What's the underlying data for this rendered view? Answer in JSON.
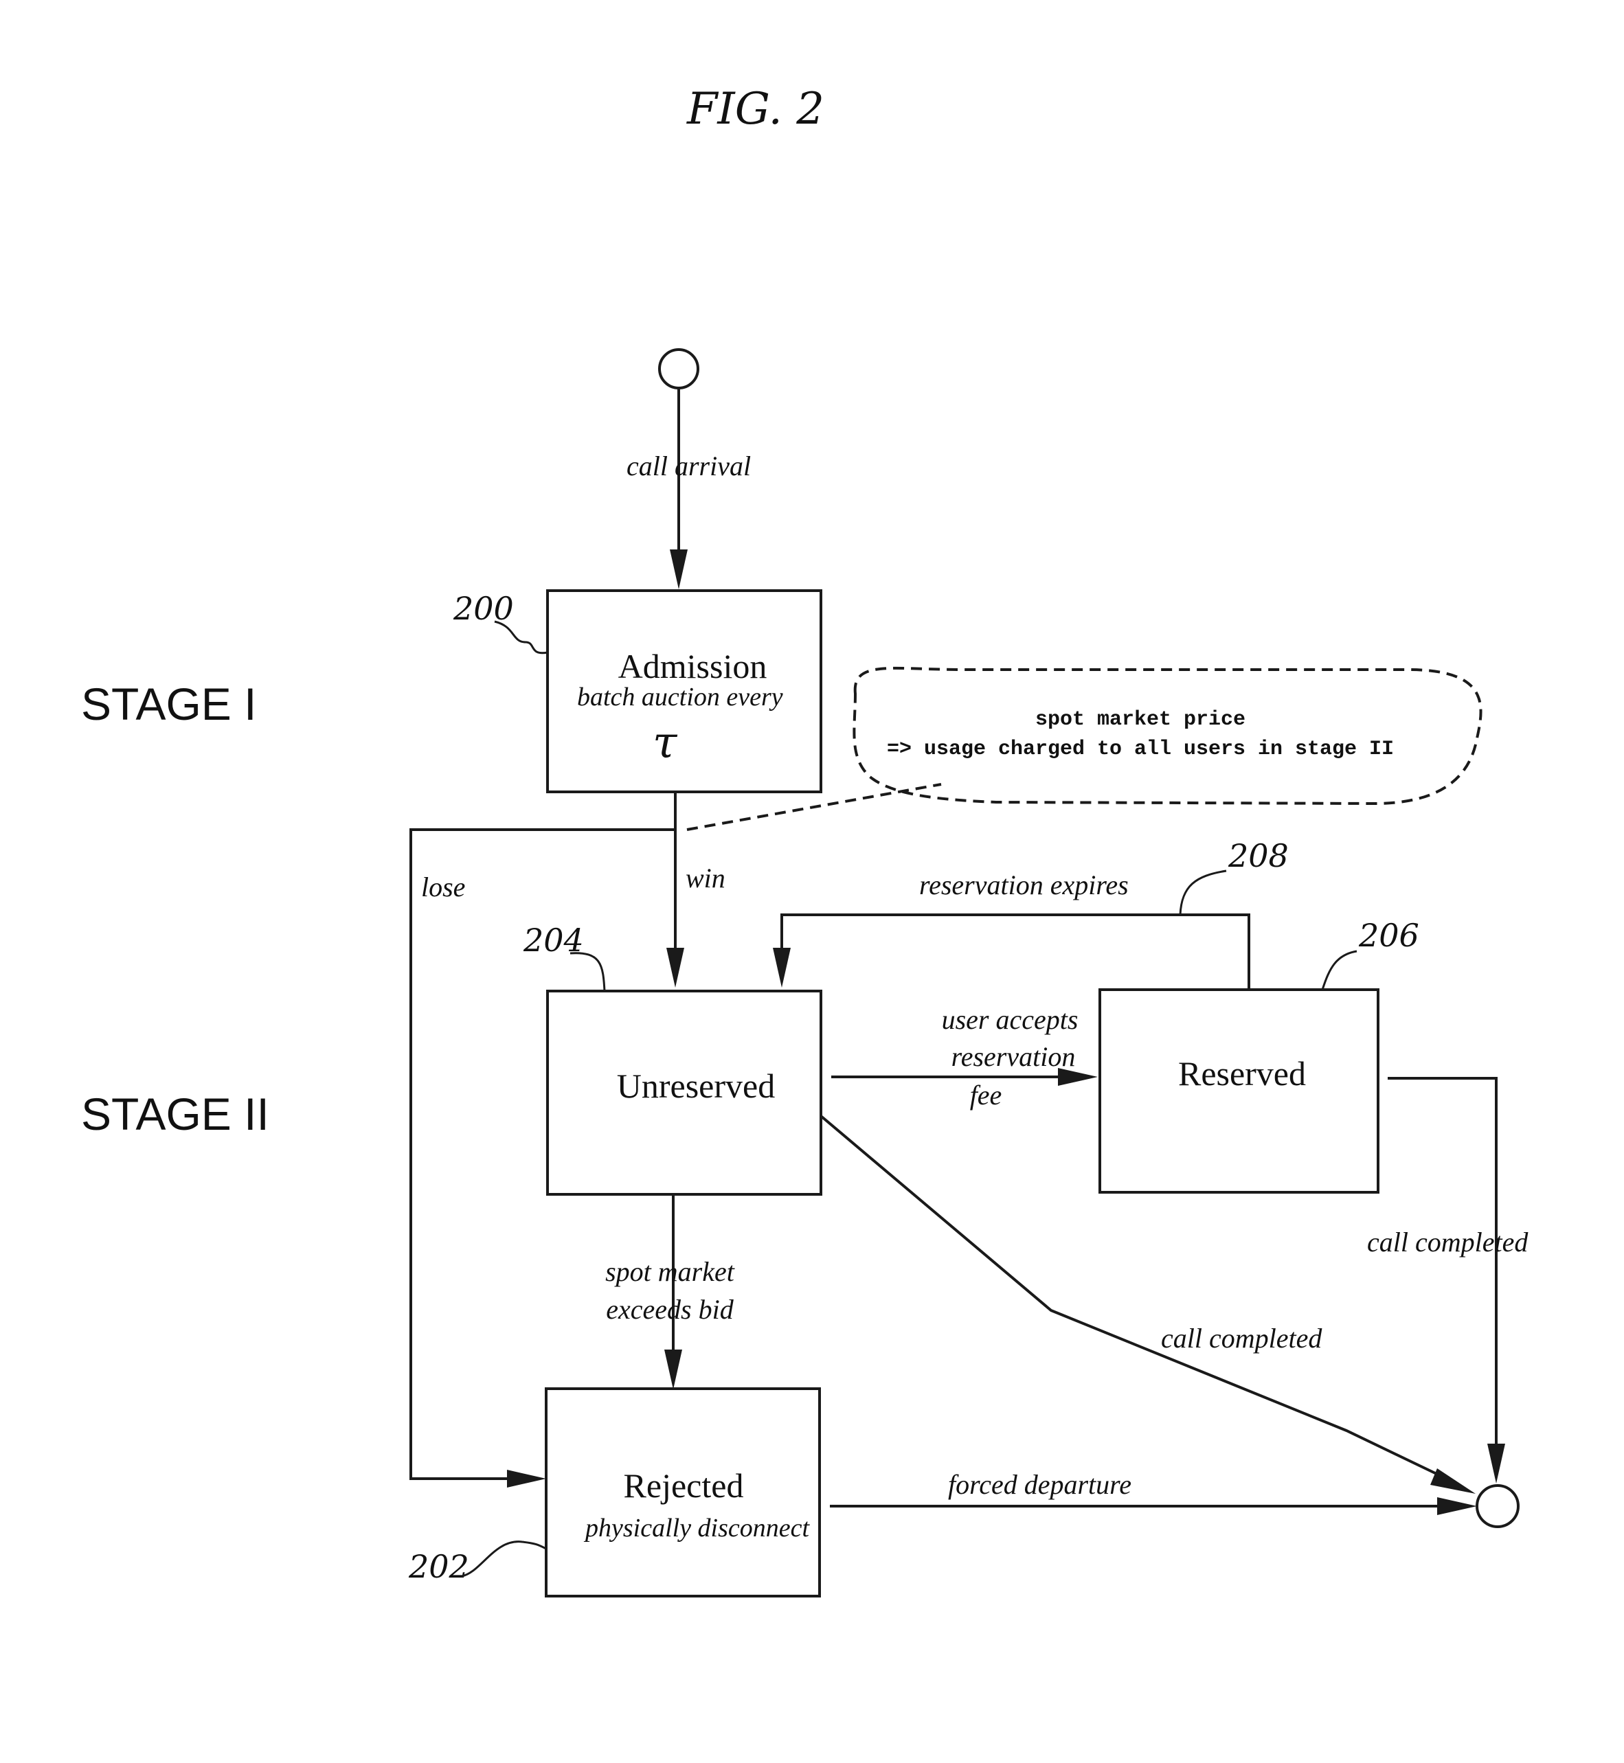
{
  "figure_label": "FIG. 2",
  "stages": {
    "stage1": "STAGE I",
    "stage2": "STAGE II"
  },
  "states": {
    "admission": {
      "title": "Admission",
      "subtitle": "batch auction every",
      "symbol": "τ",
      "ref": "200"
    },
    "unreserved": {
      "title": "Unreserved",
      "ref": "204"
    },
    "reserved": {
      "title": "Reserved",
      "ref": "206"
    },
    "rejected": {
      "title": "Rejected",
      "subtitle": "physically disconnect",
      "ref": "202"
    }
  },
  "callout": {
    "line1": "spot market price",
    "line2": "=> usage charged to all users in stage II"
  },
  "edges": {
    "call_arrival": "call arrival",
    "win": "win",
    "lose": "lose",
    "reservation_expires": "reservation expires",
    "reservation_expires_ref": "208",
    "user_accepts_1": "user accepts",
    "user_accepts_2": "reservation",
    "user_accepts_3": "fee",
    "spot_market_1": "spot market",
    "spot_market_2": "exceeds bid",
    "call_completed_right": "call completed",
    "call_completed_diag": "call completed",
    "forced_departure": "forced departure"
  }
}
